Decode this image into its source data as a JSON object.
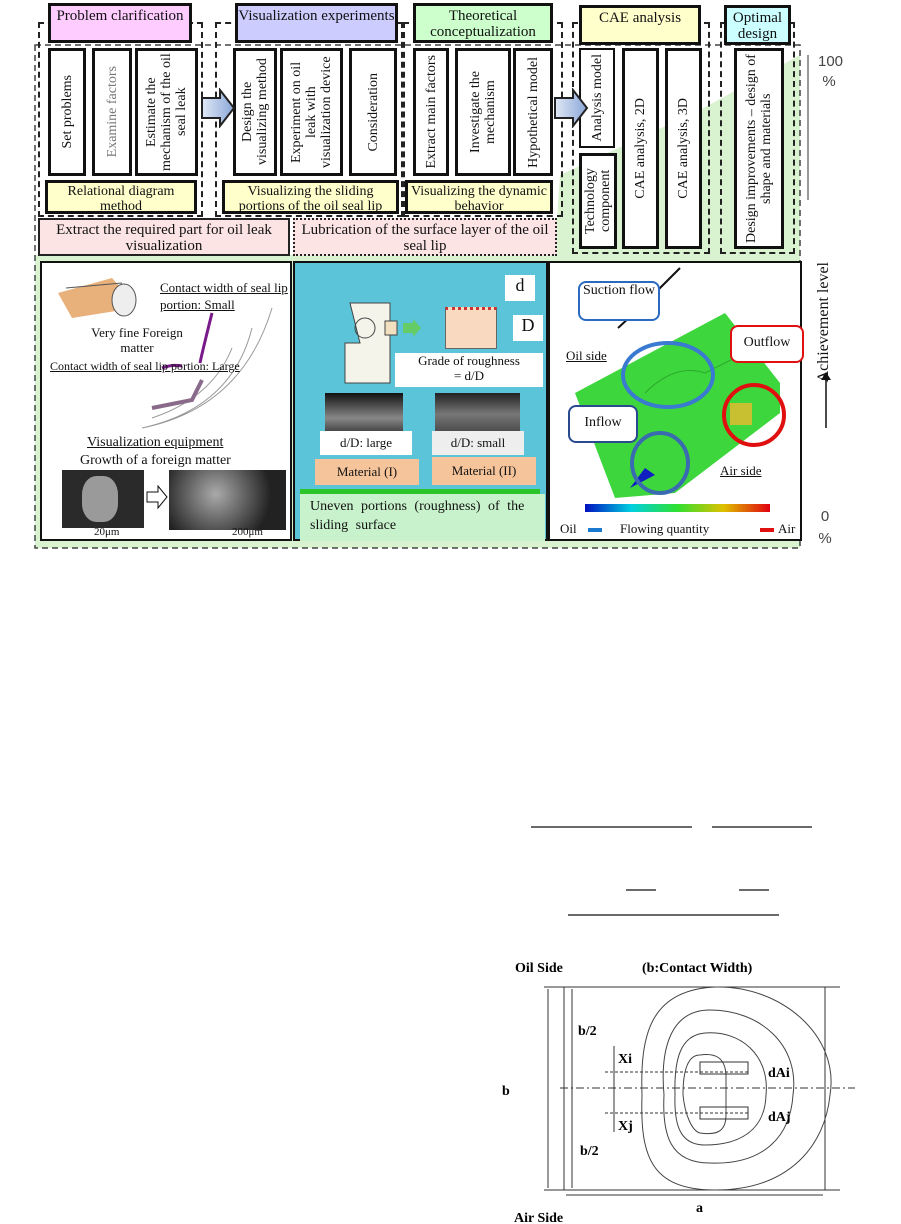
{
  "phases": [
    {
      "title": "Problem clarification",
      "color": "#ffccff",
      "steps": [
        "Set problems",
        "Examine factors",
        "Estimate the mechanism of the oil seal leak"
      ],
      "method": "Relational diagram method"
    },
    {
      "title": "Visualization experiments",
      "color": "#ccccff",
      "steps": [
        "Design the visualizing method",
        "Experiment on oil leak with visualization device",
        "Consideration"
      ],
      "method": "Visualizing the sliding portions of the oil seal lip"
    },
    {
      "title": "Theoretical conceptualization",
      "color": "#ccffcc",
      "steps": [
        "Extract main factors",
        "Investigate the mechanism",
        "Hypothetical model"
      ],
      "method": "Visualizing the dynamic behavior"
    },
    {
      "title": "CAE analysis",
      "color": "#ffffcc",
      "steps": [
        "Analysis model",
        "Technology component",
        "CAE analysis, 2D",
        "CAE analysis, 3D"
      ]
    },
    {
      "title": "Optimal design",
      "color": "#ccffff",
      "steps": [
        "Design improvements – design of shape and materials"
      ]
    }
  ],
  "goals": [
    "Extract the required part for oil leak visualization",
    "Lubrication of the surface layer of the oil seal lip"
  ],
  "axis": {
    "top": "100 %",
    "bottom": "0 %",
    "label": "Achievement level"
  },
  "panel_left": {
    "contact_small": "Contact width of seal lip portion: Small",
    "foreign": "Very fine Foreign matter",
    "contact_large": "Contact width of seal lip portion: Large",
    "equipment": "Visualization equipment",
    "growth": "Growth of a foreign matter",
    "scale1": "20μm",
    "scale2": "200μm"
  },
  "panel_center": {
    "d": "d",
    "D": "D",
    "grade": "Grade of roughness",
    "grade_eq": "= d/D",
    "large": "d/D: large",
    "small": "d/D: small",
    "mat1": "Material (I)",
    "mat2": "Material (II)",
    "caption": "Uneven  portions  (roughness) of the sliding surface"
  },
  "panel_right": {
    "suction": "Suction flow",
    "outflow": "Outflow",
    "inflow": "Inflow",
    "oil_side": "Oil side",
    "air_side": "Air side",
    "oil": "Oil",
    "air": "Air",
    "flowing": "Flowing quantity"
  },
  "diagram": {
    "oil_side": "Oil Side",
    "contact": "(b:Contact Width)",
    "air_side": "Air Side",
    "b": "b",
    "b2a": "b/2",
    "b2b": "b/2",
    "xi": "Xi",
    "xj": "Xj",
    "dai": "dAi",
    "daj": "dAj",
    "a": "a"
  }
}
